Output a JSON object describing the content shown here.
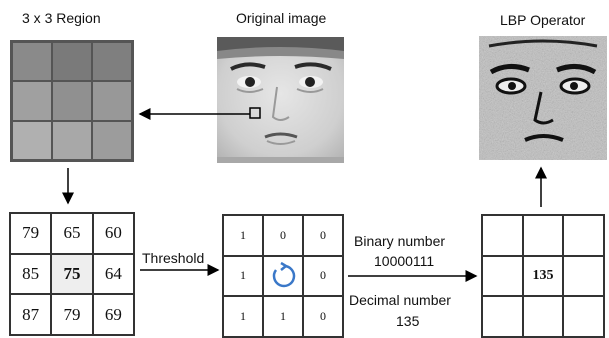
{
  "labels": {
    "region_title": "3 x 3 Region",
    "original_title": "Original image",
    "lbp_title": "LBP Operator",
    "threshold": "Threshold",
    "binary_label": "Binary number",
    "binary_value": "10000111",
    "decimal_label": "Decimal number",
    "decimal_value": "135"
  },
  "region_shades": [
    "#8a8a8a",
    "#7a7a7a",
    "#7f7f7f",
    "#a0a0a0",
    "#909090",
    "#989898",
    "#b0b0b0",
    "#a8a8a8",
    "#9c9c9c"
  ],
  "values": [
    "79",
    "65",
    "60",
    "85",
    "75",
    "64",
    "87",
    "79",
    "69"
  ],
  "threshold_bits": [
    "1",
    "0",
    "0",
    "1",
    "",
    "0",
    "1",
    "1",
    "0"
  ],
  "lbp_cells": [
    "",
    "",
    "",
    "",
    "135",
    "",
    "",
    "",
    ""
  ],
  "icons": [
    "return-arrow-icon"
  ]
}
